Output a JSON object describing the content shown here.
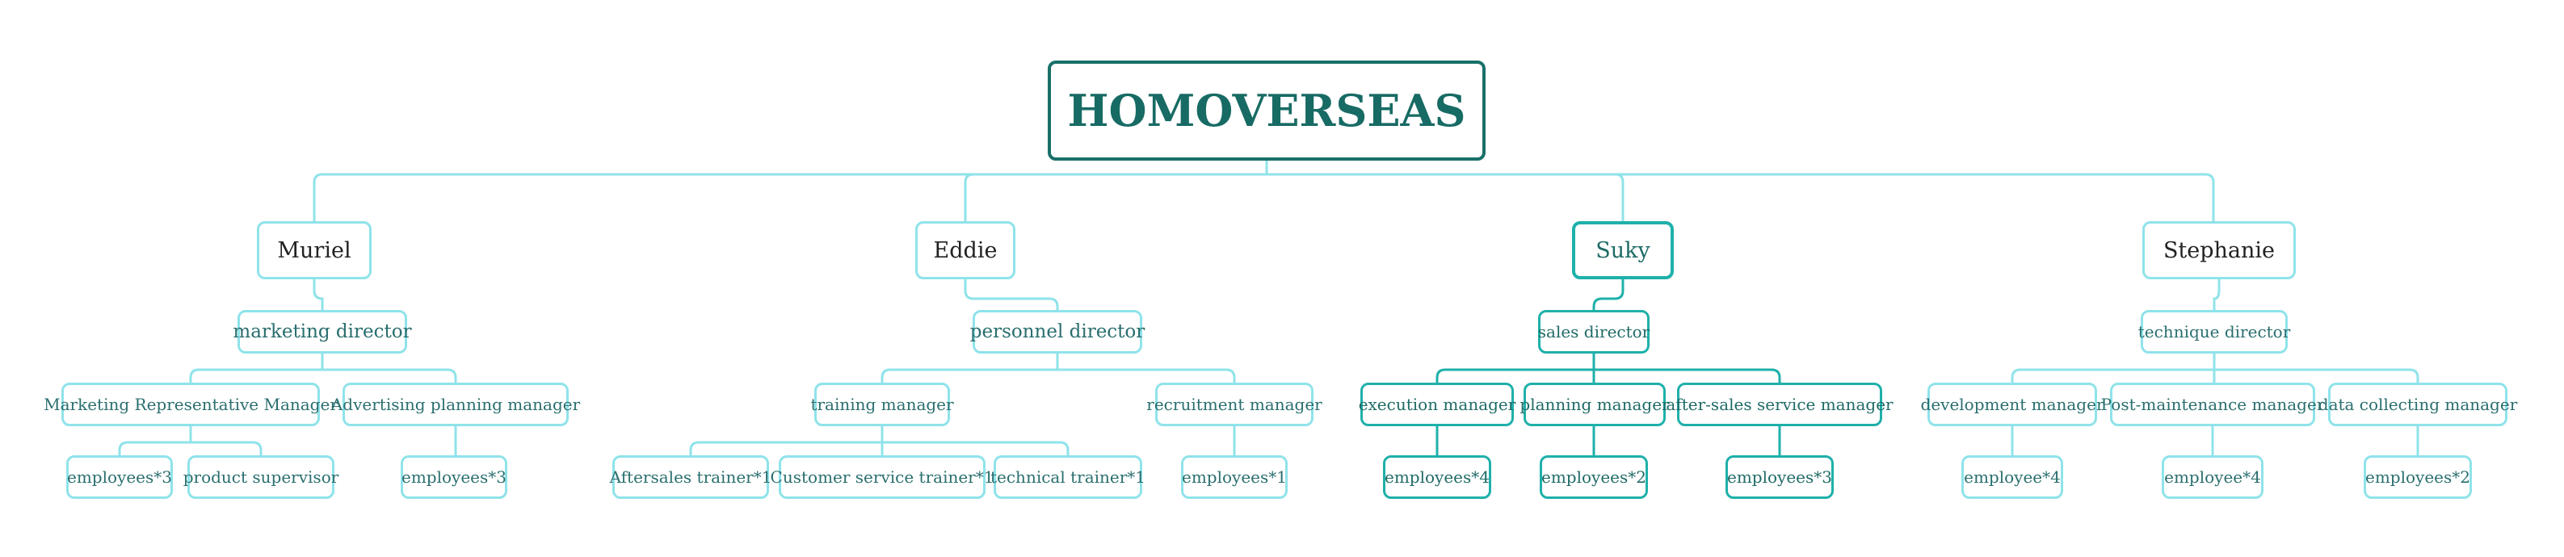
{
  "root": {
    "label": "HOMOVERSEAS"
  },
  "branches": [
    {
      "name": "Muriel",
      "director": "marketing director",
      "managers": [
        {
          "label": "Marketing Representative Manager",
          "children": [
            "employees*3",
            "product supervisor"
          ]
        },
        {
          "label": "Advertising planning manager",
          "children": [
            "employees*3"
          ]
        }
      ]
    },
    {
      "name": "Eddie",
      "director": "personnel director",
      "managers": [
        {
          "label": "training manager",
          "children": [
            "Aftersales trainer*1",
            "Customer service trainer*1",
            "technical trainer*1"
          ]
        },
        {
          "label": "recruitment manager",
          "children": [
            "employees*1"
          ]
        }
      ]
    },
    {
      "name": "Suky",
      "director": "sales director",
      "managers": [
        {
          "label": "execution manager",
          "children": [
            "employees*4"
          ]
        },
        {
          "label": "planning manager",
          "children": [
            "employees*2"
          ]
        },
        {
          "label": "after-sales service manager",
          "children": [
            "employees*3"
          ]
        }
      ]
    },
    {
      "name": "Stephanie",
      "director": "technique director",
      "managers": [
        {
          "label": "development manager",
          "children": [
            "employee*4"
          ]
        },
        {
          "label": "Post-maintenance manager",
          "children": [
            "employee*4"
          ]
        },
        {
          "label": "data collecting manager",
          "children": [
            "employees*2"
          ]
        }
      ]
    }
  ],
  "colors": {
    "root_border": "#19706a",
    "line": "#8fe3ea",
    "highlight": "#1fb0aa",
    "text": "#2a6e6e"
  }
}
